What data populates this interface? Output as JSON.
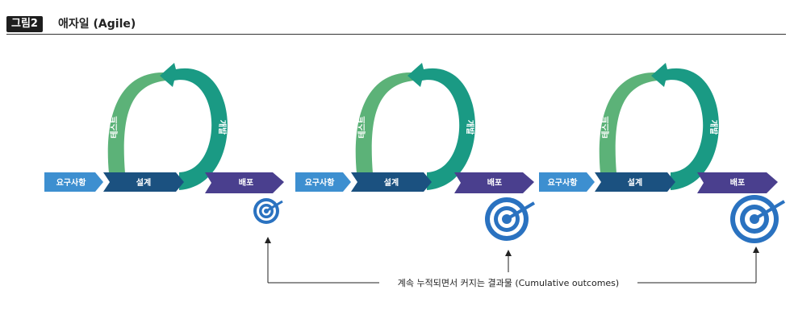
{
  "header": {
    "figure_label": "그림2",
    "title": "애자일 (Agile)"
  },
  "cycle": {
    "requirements": "요구사항",
    "design": "설계",
    "test": "테스트",
    "develop": "개발",
    "deploy": "배포"
  },
  "caption": "계속 누적되면서 커지는 결과물 (Cumulative outcomes)",
  "colors": {
    "requirements": "#3d8fd0",
    "design": "#1b5180",
    "develop": "#1a9a84",
    "test": "#5cb278",
    "deploy": "#4a3f8e",
    "target": "#2a72c0"
  }
}
